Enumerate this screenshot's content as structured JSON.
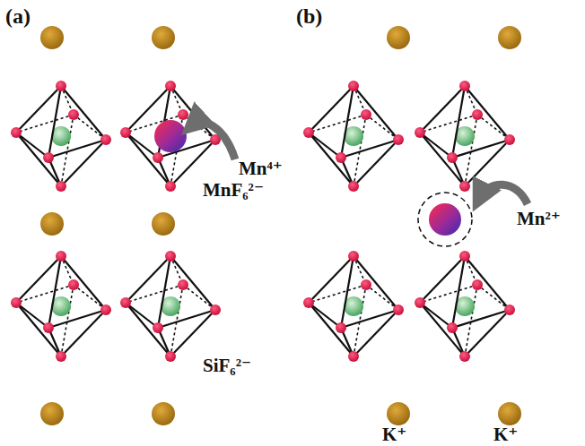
{
  "diagram": {
    "labels": [
      "(a)",
      "(b)",
      "Mn⁴⁺",
      "MnF₆²⁻",
      "SiF₆²⁻",
      "Mn²⁺",
      "K⁺",
      "K⁺"
    ]
  }
}
